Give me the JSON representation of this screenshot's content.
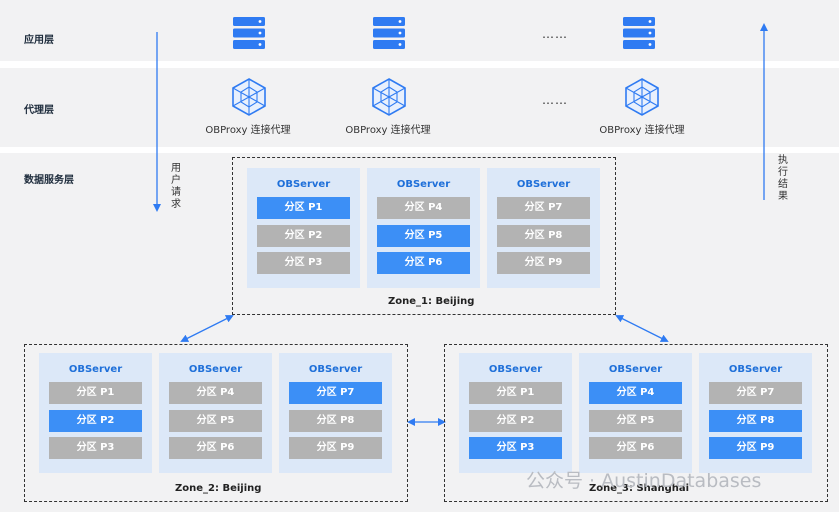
{
  "layers": {
    "app": "应用层",
    "proxy": "代理层",
    "data": "数据服务层"
  },
  "ellipsis": "……",
  "proxy_label": "OBProxy 连接代理",
  "request_text": "用户请求",
  "result_text": "执行结果",
  "server_title": "OBServer",
  "zones": [
    {
      "name": "Zone_1: Beijing",
      "servers": [
        [
          {
            "label": "分区 P1",
            "state": "leader"
          },
          {
            "label": "分区 P2",
            "state": "follower"
          },
          {
            "label": "分区 P3",
            "state": "follower"
          }
        ],
        [
          {
            "label": "分区 P4",
            "state": "follower"
          },
          {
            "label": "分区 P5",
            "state": "leader"
          },
          {
            "label": "分区 P6",
            "state": "leader"
          }
        ],
        [
          {
            "label": "分区 P7",
            "state": "follower"
          },
          {
            "label": "分区 P8",
            "state": "follower"
          },
          {
            "label": "分区 P9",
            "state": "follower"
          }
        ]
      ]
    },
    {
      "name": "Zone_2: Beijing",
      "servers": [
        [
          {
            "label": "分区 P1",
            "state": "follower"
          },
          {
            "label": "分区 P2",
            "state": "leader"
          },
          {
            "label": "分区 P3",
            "state": "follower"
          }
        ],
        [
          {
            "label": "分区 P4",
            "state": "follower"
          },
          {
            "label": "分区 P5",
            "state": "follower"
          },
          {
            "label": "分区 P6",
            "state": "follower"
          }
        ],
        [
          {
            "label": "分区 P7",
            "state": "leader"
          },
          {
            "label": "分区 P8",
            "state": "follower"
          },
          {
            "label": "分区 P9",
            "state": "follower"
          }
        ]
      ]
    },
    {
      "name": "Zone_3: Shanghai",
      "servers": [
        [
          {
            "label": "分区 P1",
            "state": "follower"
          },
          {
            "label": "分区 P2",
            "state": "follower"
          },
          {
            "label": "分区 P3",
            "state": "leader"
          }
        ],
        [
          {
            "label": "分区 P4",
            "state": "leader"
          },
          {
            "label": "分区 P5",
            "state": "follower"
          },
          {
            "label": "分区 P6",
            "state": "follower"
          }
        ],
        [
          {
            "label": "分区 P7",
            "state": "follower"
          },
          {
            "label": "分区 P8",
            "state": "leader"
          },
          {
            "label": "分区 P9",
            "state": "leader"
          }
        ]
      ]
    }
  ],
  "colors": {
    "leader": "#3c8ff6",
    "follower": "#b3b3b3",
    "server_bg": "#dce8f8",
    "band_bg": "#f2f2f3",
    "icon": "#2f7bf2",
    "arrow": "#2f7bf2"
  },
  "watermark": "公众号 · AustinDatabases"
}
